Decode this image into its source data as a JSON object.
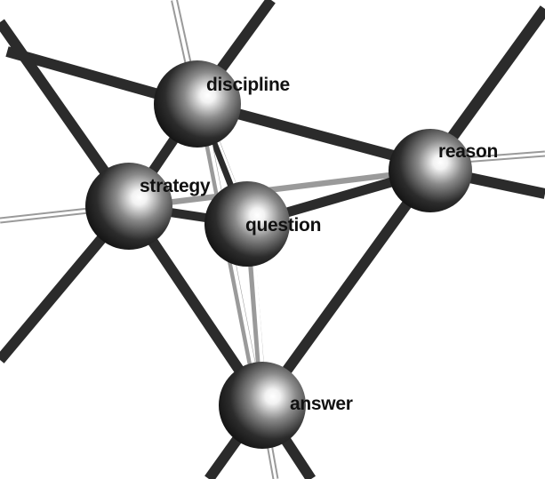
{
  "diagram": {
    "nodes": [
      {
        "id": "discipline",
        "label": "discipline"
      },
      {
        "id": "reason",
        "label": "reason"
      },
      {
        "id": "strategy",
        "label": "strategy"
      },
      {
        "id": "question",
        "label": "question"
      },
      {
        "id": "answer",
        "label": "answer"
      }
    ]
  }
}
